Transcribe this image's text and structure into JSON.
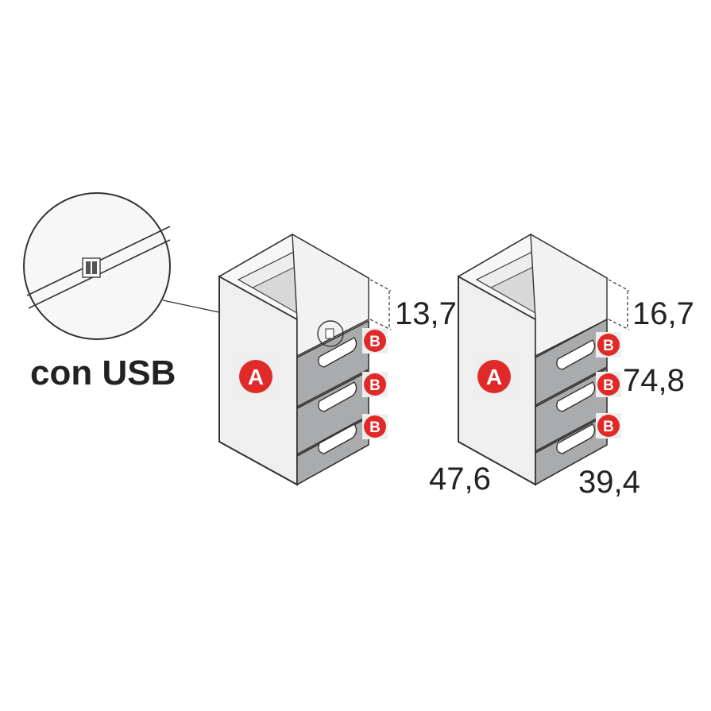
{
  "usb_callout": {
    "label": "con USB"
  },
  "cabinet_left": {
    "body_badge": "A",
    "drawer_badges": [
      "B",
      "B",
      "B"
    ],
    "top_height": "13,7"
  },
  "cabinet_right": {
    "body_badge": "A",
    "drawer_badges": [
      "B",
      "B",
      "B"
    ],
    "top_height": "16,7",
    "total_height": "74,8",
    "depth": "47,6",
    "width": "39,4"
  },
  "colors": {
    "outline": "#333333",
    "side_panel": "#efefef",
    "drawer_front": "#a9abad",
    "badge_red": "#e02a2a",
    "badge_bg": "#eeeeee"
  }
}
